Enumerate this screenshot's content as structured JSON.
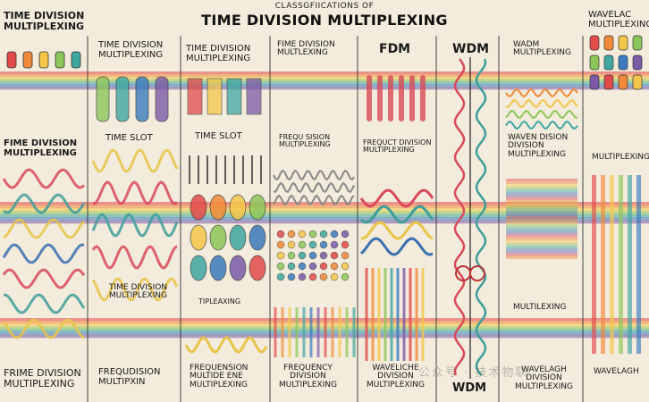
{
  "header": {
    "subtitle": "CLASSGFIICATIONS OF",
    "title": "TIME DIVISION MULTIPLEXING"
  },
  "columns": [
    {
      "id": "c1",
      "top_label": "TIME DIVISION\nMULTIPLEXING",
      "mid_label": "FIME DIVISION\nMULTIPLEXING",
      "bottom_label": "FRIME DIVISION\nMULTIPLEXING"
    },
    {
      "id": "c2",
      "top_label": "TIME DIVISION\nMULTIPLEXING",
      "mid_label": "TIME SLOT",
      "low_label": "TIME DIVISION\nMULTIPLEXING",
      "bottom_label": "FREQUDISION\nMULTIPXIN"
    },
    {
      "id": "c3",
      "top_label": "TIME DIVISION\nMULTIPLEXING",
      "mid_label": "TIME SLOT",
      "low_label": "TIPLEAXING",
      "bottom_label": "FREQUENSION\nMULTIDE ENE\nMULTIPLEXING"
    },
    {
      "id": "c4",
      "top_label": "FIME DIVISION\nMULTLEXING",
      "mid_label": "FREQU SISION\nMULTIPLEXING",
      "bottom_label": "FREQUENCY\nDIVISION\nMULTIPLEXING"
    },
    {
      "id": "c5",
      "top_label": "FDM",
      "mid_label": "FREQUCT DIVISION\nMULTIPLEXING",
      "bottom_label": "WAVELICHE\nDIVISION\nMULTIPLEXING"
    },
    {
      "id": "c6",
      "top_label": "WDM",
      "bottom_label": "WDM"
    },
    {
      "id": "c7",
      "top_label": "WADM\nMULTIPLEXING",
      "mid_label": "WAVEN DISION\nDIVISION\nMULTIPLEXING",
      "low_label": "MULTILEXING",
      "bottom_label": "WAVELAGH\nDIVISION\nMULTIPLEXING"
    },
    {
      "id": "c8",
      "top_label": "WAVELAC\nMULTIPLEXING",
      "mid_label": "MULTIPLEXING",
      "bottom_label": "WAVELAGH"
    }
  ],
  "watermark": "公众号 · 技术物联",
  "colors": {
    "background": "#f3ecdc",
    "band_palette": [
      "#e24b4b",
      "#f08a3a",
      "#f3c64a",
      "#8cc65a",
      "#3fa6a0",
      "#3b7bbd",
      "#7b5aa6"
    ],
    "wave_red": "#d84a5a",
    "wave_teal": "#3f9e9a",
    "wave_yellow": "#e8c44a",
    "wave_blue": "#3b6fb0",
    "ink": "#1a1a1a"
  }
}
